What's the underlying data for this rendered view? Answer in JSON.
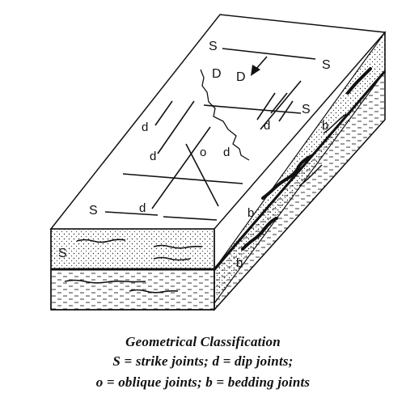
{
  "labels": {
    "strike": "S",
    "dip": "d",
    "oblique": "o",
    "bedding": "b",
    "dip_direction": "D"
  },
  "caption": {
    "title": "Geometrical Classification",
    "line1": "S = strike joints;  d = dip joints;",
    "line2": "o = oblique joints;  b = bedding joints"
  }
}
